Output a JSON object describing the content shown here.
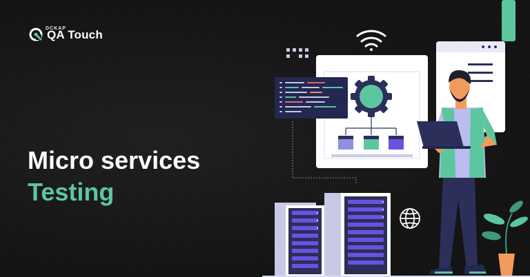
{
  "brand": {
    "company": "DCKAP",
    "product": "QA Touch",
    "logo_icon": "qa-touch-logo-icon"
  },
  "headline": {
    "line1": "Micro services",
    "line2": "Testing"
  },
  "colors": {
    "background": "#161616",
    "accent_green": "#5cc69e",
    "navy": "#2b2f5a",
    "purple": "#6a52e0",
    "skin": "#f29b5c"
  },
  "illustration": {
    "icons": [
      "wifi-icon",
      "globe-icon",
      "gear-icon",
      "plant-icon",
      "laptop-icon",
      "server-rack-icon",
      "code-window-icon",
      "browser-window-icon"
    ]
  }
}
